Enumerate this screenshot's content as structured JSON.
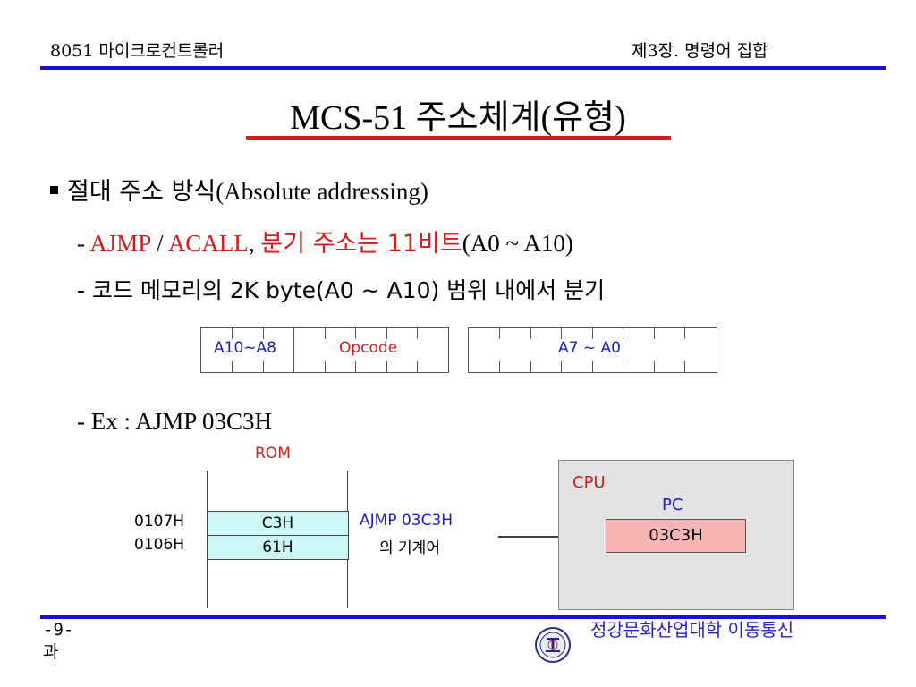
{
  "header": {
    "left": "8051 마이크로컨트롤러",
    "right": "제3장. 명령어 집합"
  },
  "title": "MCS-51 주소체계(유형)",
  "bullet": {
    "ko": "절대 주소 방식",
    "en": "(Absolute addressing)"
  },
  "line2": {
    "dash": "- ",
    "ajmp": "AJMP",
    "slash": " / ",
    "acall": "ACALL",
    "comma": ",  ",
    "desc": "분기 주소는 11비트",
    "range": "(A0 ~ A10)"
  },
  "line3": "- 코드 메모리의 2K byte(A0 ~ A10) 범위 내에서 분기",
  "format": {
    "field1": "A10~A8",
    "field2": "Opcode",
    "field3": "A7 ~ A0"
  },
  "example": "- Ex : AJMP 03C3H",
  "rom": {
    "label": "ROM",
    "rows": [
      {
        "addr": "0107H",
        "value": "C3H"
      },
      {
        "addr": "0106H",
        "value": "61H"
      }
    ]
  },
  "ajmp_label": "AJMP 03C3H",
  "machine_label": "의 기계어",
  "cpu": {
    "label": "CPU",
    "pc_label": "PC",
    "pc_value": "03C3H"
  },
  "footer": {
    "page": "-9-",
    "page2": "과",
    "org": "정강문화산업대학 이동통신"
  },
  "colors": {
    "rule": "#1414d8",
    "accent_red": "#d41c1c",
    "blue_text": "#1a1ad0",
    "rom_cell": "#ccf5f5",
    "pc_box": "#f7b4b4",
    "cpu_bg": "#e3e3e3"
  }
}
